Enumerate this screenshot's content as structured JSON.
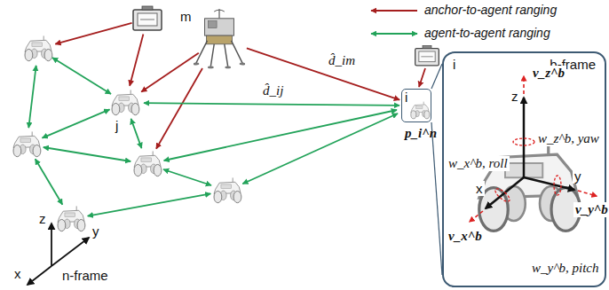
{
  "diagram": {
    "nodes": [
      {
        "text": [
          "m"
        ]
      },
      {
        "text": [
          "j"
        ]
      },
      {
        "text": [
          "i"
        ]
      },
      {
        "text": [
          "b-frame"
        ]
      }
    ],
    "edges": [
      {
        "from": 0,
        "to": 2,
        "arrow": "to",
        "label": "d̂_im"
      },
      {
        "from": 1,
        "to": 2,
        "arrow": "both",
        "label": "d̂_ij"
      },
      {
        "from": 2,
        "to": 3,
        "arrow": "none"
      }
    ],
    "labels": [
      "p_i^n",
      "n-frame",
      "z",
      "y",
      "x",
      "i",
      "z",
      "x",
      "y",
      "v_z^b",
      "w_z^b, yaw",
      "w_x^b, roll",
      "w_y^b, pitch",
      "v_y^b",
      "v_x^b"
    ],
    "legend": [
      {
        "text": "anchor-to-agent ranging"
      },
      {
        "text": "agent-to-agent ranging"
      }
    ]
  }
}
